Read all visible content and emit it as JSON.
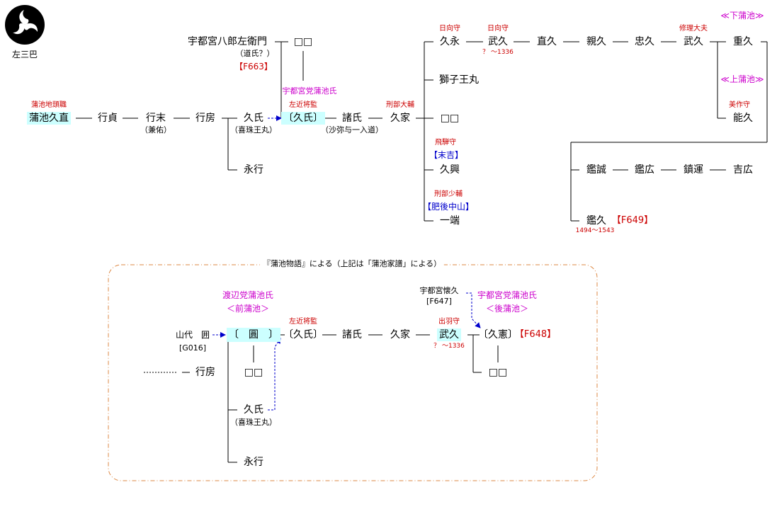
{
  "crest": {
    "icon": "mitsudomoe-crest-icon",
    "label": "左三巴"
  },
  "top": {
    "utsunomiya": {
      "name": "宇都宮八郎左衛門",
      "note": "（道氏？）",
      "ref": "【F663】",
      "child": "□□"
    },
    "branch_note": "宇都宮党蒲池氏",
    "kado": {
      "title": "蒲池地頭職",
      "name": "蒲池久直"
    },
    "yukisada": "行貞",
    "yukisue": {
      "name": "行末",
      "note": "（兼佑）"
    },
    "yukifusa": "行房",
    "hisauji": {
      "name": "久氏",
      "note": "（喜珠王丸）"
    },
    "hisauji2": {
      "title": "左近将監",
      "name": "〔久氏〕"
    },
    "moroji": {
      "name": "諸氏",
      "note": "（沙弥与一入道）"
    },
    "hisaie": {
      "title": "刑部大輔",
      "name": "久家"
    },
    "yukinaga": "永行",
    "hisanaga": {
      "title": "日向守",
      "name": "久永"
    },
    "takehisa1": {
      "title": "日向守",
      "name": "武久",
      "date": "？ 〜1336"
    },
    "naohisa": "直久",
    "chikahisa": "親久",
    "tadahisa": "忠久",
    "takehisa2": {
      "title": "修理大夫",
      "name": "武久"
    },
    "shigehisa": "重久",
    "shimo_kamachi": "≪下蒲池≫",
    "kami_kamachi": "≪上蒲池≫",
    "yoshihisa": {
      "title": "美作守",
      "name": "能久"
    },
    "shishiomaru": "獅子王丸",
    "unknown2": "□□",
    "hisaoki": {
      "title": "飛騨守",
      "branch": "【末吉】",
      "name": "久興"
    },
    "ittan": {
      "title": "刑部少輔",
      "branch": "【肥後中山】",
      "name": "一端"
    },
    "kansei": "鑑誠",
    "kanko": "鑑広",
    "chinun": "鎮運",
    "yoshihiro": "吉広",
    "akihisa": {
      "name": "鑑久",
      "ref": "【F649】",
      "date": "1494〜1543"
    }
  },
  "bottom": {
    "caption": "『蒲池物語』による（上記は「蒲池家譜」による）",
    "yamashiro": {
      "name": "山代　囲",
      "ref": "[G016]"
    },
    "watanabe": {
      "branch": "渡辺党蒲池氏",
      "sub": "＜前蒲池＞"
    },
    "en": "〔　圓　〕",
    "hisauji2": {
      "title": "左近将監",
      "name": "〔久氏〕"
    },
    "moroji": "諸氏",
    "hisaie": "久家",
    "takehisa": {
      "title": "出羽守",
      "name": "武久",
      "date": "？ 〜1336"
    },
    "kaihisa": {
      "name": "宇都宮懐久",
      "ref": "[F647]"
    },
    "utsunomiya_branch": {
      "branch": "宇都宮党蒲池氏",
      "sub": "＜後蒲池＞"
    },
    "hisanori": {
      "name": "〔久憲〕",
      "ref": "【F648】"
    },
    "unknown_en": "□□",
    "unknown_child": "□□",
    "yukifusa": "行房",
    "hisauji": {
      "name": "久氏",
      "note": "（喜珠王丸）"
    },
    "yukinaga": "永行"
  },
  "colors": {
    "title_red": "#cc0000",
    "branch_magenta": "#cc00cc",
    "link_blue": "#0000cc",
    "highlight": "#ccffff",
    "frame": "#dd8844"
  }
}
